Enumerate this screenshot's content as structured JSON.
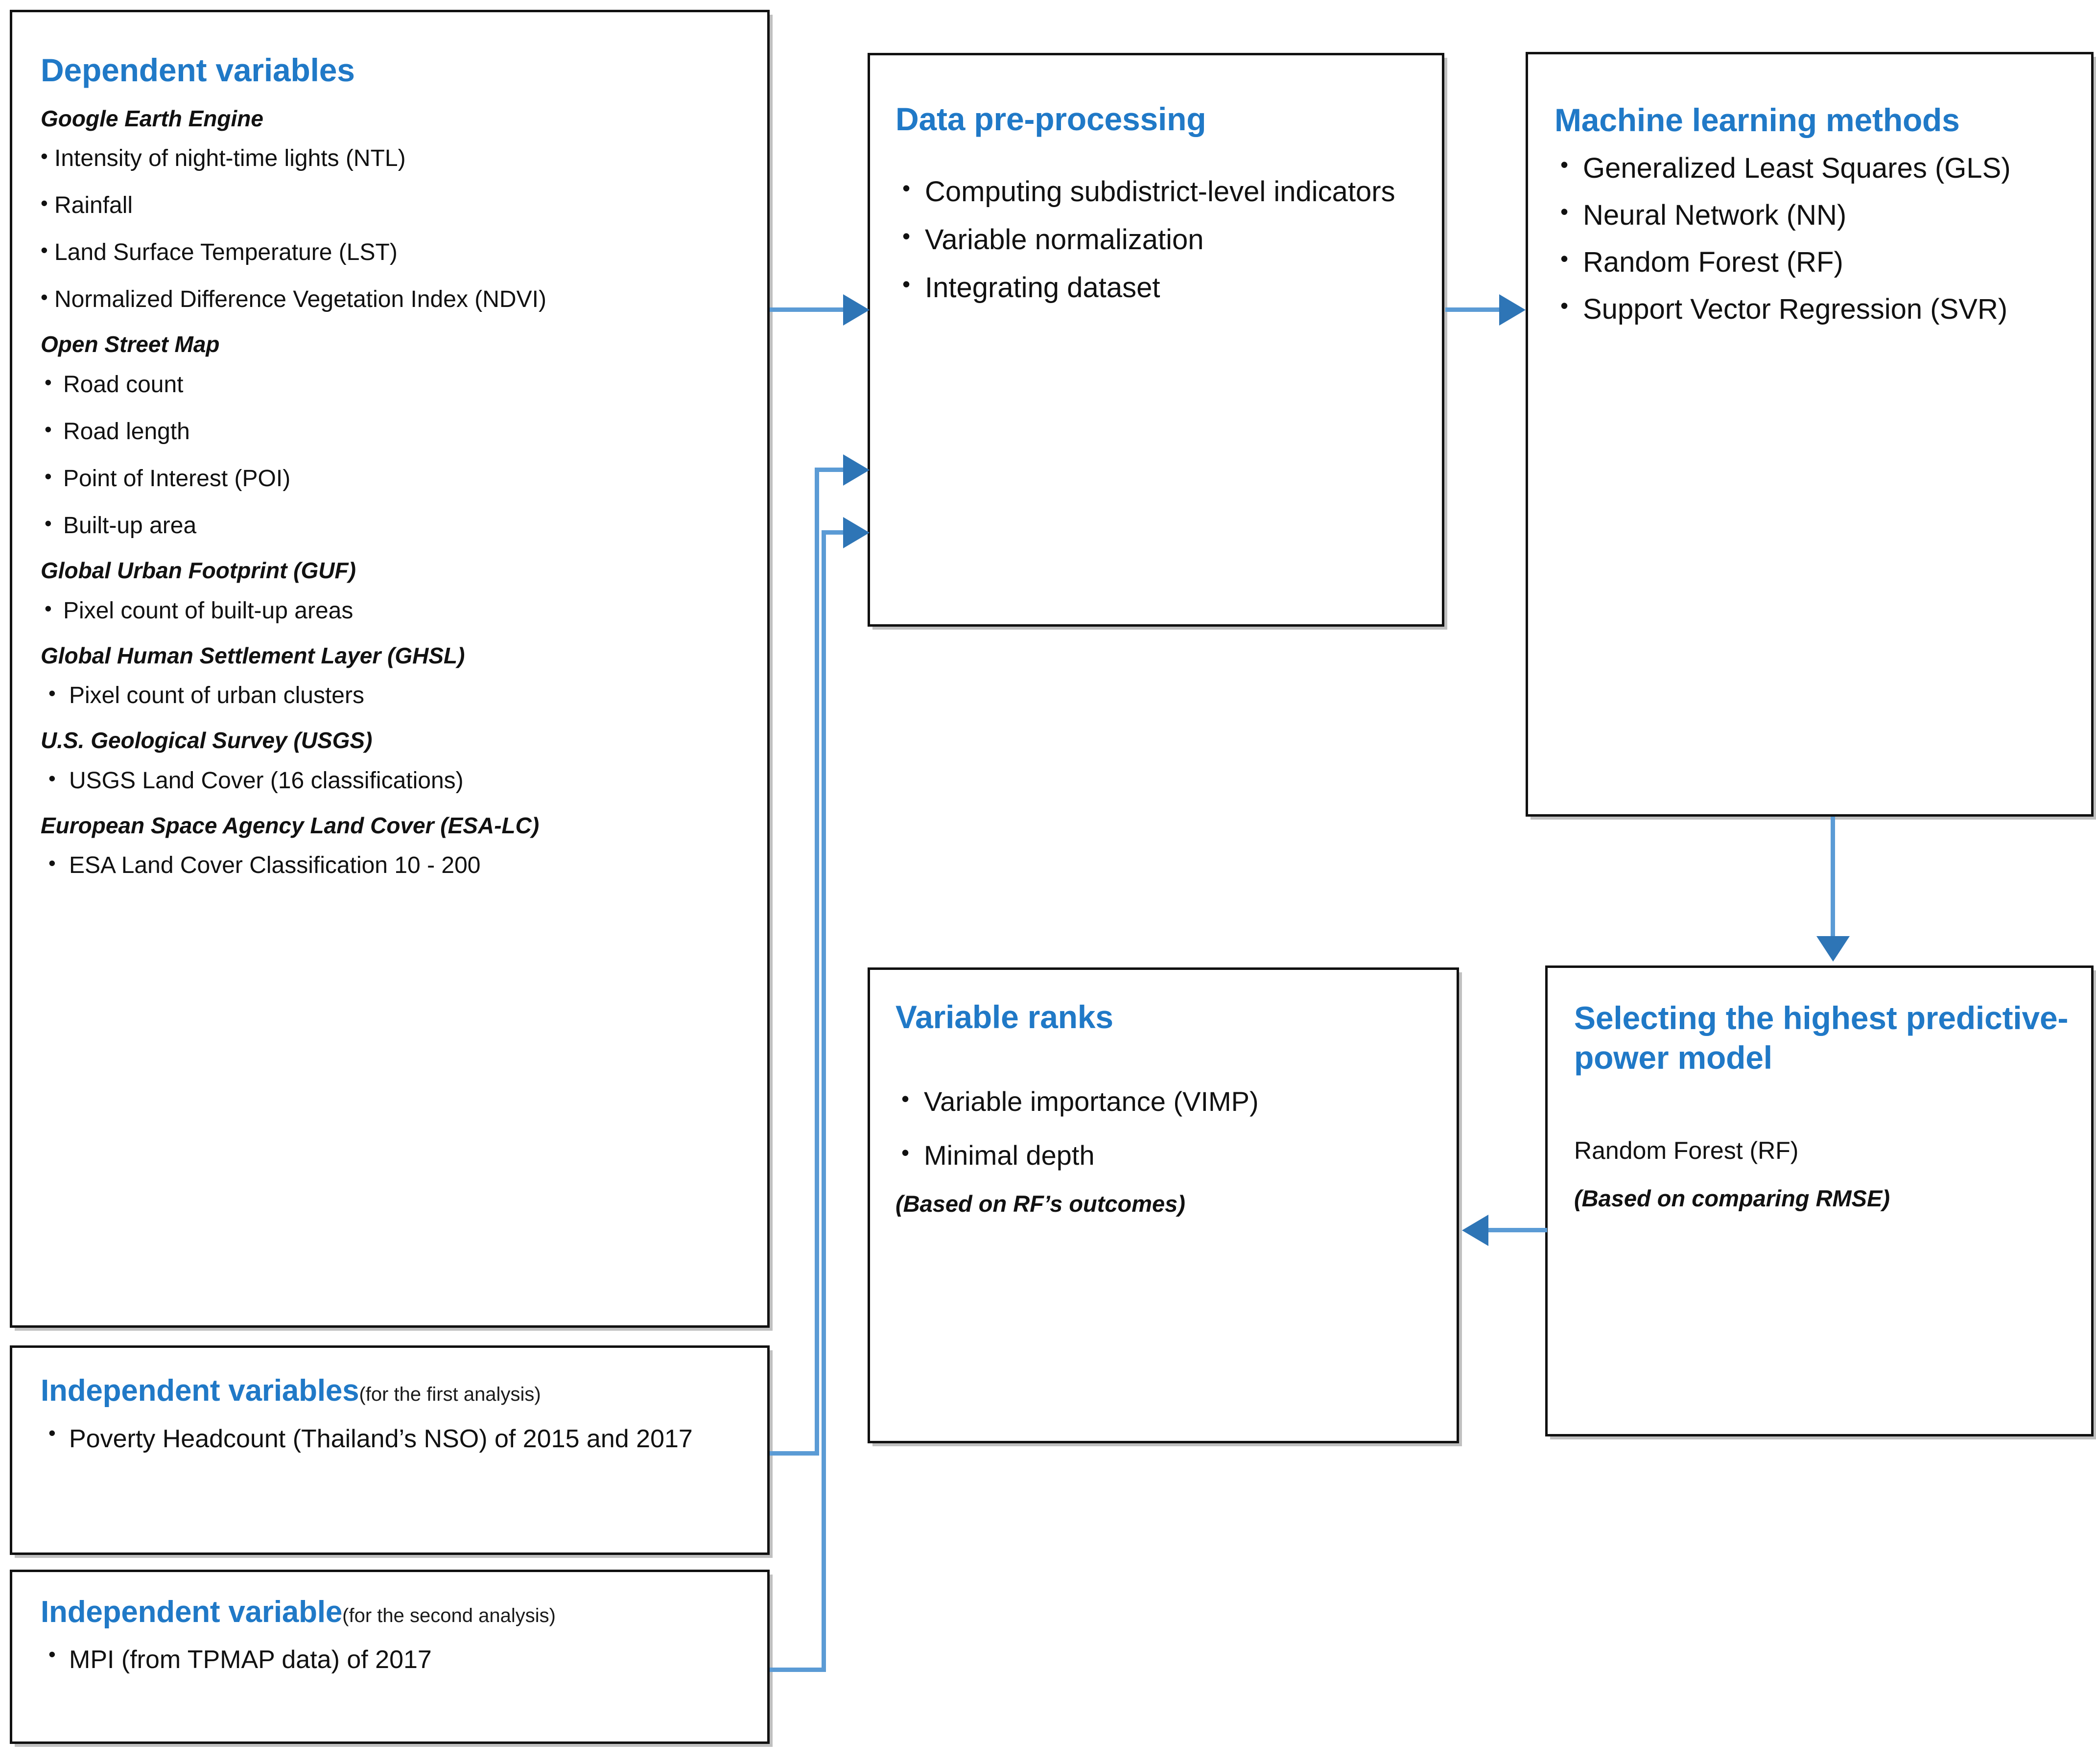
{
  "diagram": {
    "accent_color": "#2079C7",
    "connector_color": "#5B9BD5",
    "arrow_color": "#2E75B6",
    "box_border_color": "#111111"
  },
  "dependent": {
    "title": "Dependent variables",
    "sources": [
      {
        "name": "Google Earth Engine",
        "items": [
          "Intensity of night-time lights (NTL)",
          "Rainfall",
          "Land Surface Temperature (LST)",
          "Normalized Difference Vegetation Index (NDVI)"
        ]
      },
      {
        "name": "Open Street Map",
        "items": [
          "Road count",
          "Road length",
          "Point of Interest (POI)",
          "Built-up area"
        ]
      },
      {
        "name": "Global Urban Footprint (GUF)",
        "items": [
          "Pixel count of built-up areas"
        ]
      },
      {
        "name": "Global Human Settlement Layer (GHSL)",
        "items": [
          "Pixel count of urban clusters"
        ]
      },
      {
        "name": "U.S. Geological Survey (USGS)",
        "items": [
          "USGS Land Cover (16 classifications)"
        ]
      },
      {
        "name": "European Space Agency Land Cover (ESA-LC)",
        "items": [
          "ESA Land Cover Classification 10 - 200"
        ]
      }
    ]
  },
  "independent_first": {
    "title": "Independent variables",
    "title_suffix": "(for the first analysis)",
    "items": [
      "Poverty Headcount (Thailand’s NSO) of 2015 and 2017"
    ]
  },
  "independent_second": {
    "title": "Independent variable",
    "title_suffix": "(for the second analysis)",
    "items": [
      "MPI (from TPMAP data) of 2017"
    ]
  },
  "preprocessing": {
    "title": "Data pre-processing",
    "items": [
      "Computing subdistrict-level indicators",
      "Variable normalization",
      "Integrating dataset"
    ]
  },
  "machine_learning": {
    "title": "Machine learning methods",
    "items": [
      "Generalized Least Squares (GLS)",
      "Neural Network (NN)",
      "Random Forest (RF)",
      "Support Vector Regression (SVR)"
    ]
  },
  "variable_ranks": {
    "title": "Variable ranks",
    "items": [
      "Variable importance (VIMP)",
      "Minimal depth"
    ],
    "note": "(Based on RF’s outcomes)"
  },
  "model_selection": {
    "title": "Selecting the highest predictive-power model",
    "result": "Random Forest (RF)",
    "note": "(Based on comparing RMSE)"
  }
}
